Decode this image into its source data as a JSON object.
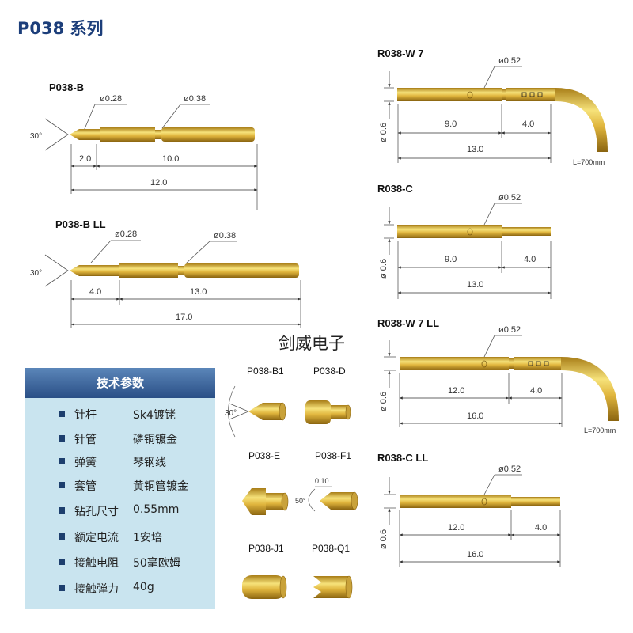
{
  "page_title": "P038 系列",
  "watermark": "剑威电子",
  "probes": {
    "p038b": {
      "label": "P038-B",
      "dia_tip": "ø0.28",
      "dia_body": "ø0.38",
      "angle": "30°",
      "dim_tip": "2.0",
      "dim_body": "10.0",
      "dim_total": "12.0"
    },
    "p038bll": {
      "label": "P038-B LL",
      "dia_tip": "ø0.28",
      "dia_body": "ø0.38",
      "angle": "30°",
      "dim_tip": "4.0",
      "dim_body": "13.0",
      "dim_total": "17.0"
    },
    "r038w7": {
      "label": "R038-W 7",
      "dia_body": "ø0.52",
      "dia_side": "ø 0.6",
      "dim_a": "9.0",
      "dim_b": "4.0",
      "dim_total": "13.0",
      "wire_length": "L=700mm"
    },
    "r038c": {
      "label": "R038-C",
      "dia_body": "ø0.52",
      "dia_side": "ø 0.6",
      "dim_a": "9.0",
      "dim_b": "4.0",
      "dim_total": "13.0"
    },
    "r038w7ll": {
      "label": "R038-W 7 LL",
      "dia_body": "ø0.52",
      "dia_side": "ø 0.6",
      "dim_a": "12.0",
      "dim_b": "4.0",
      "dim_total": "16.0",
      "wire_length": "L=700mm"
    },
    "r038cll": {
      "label": "R038-C LL",
      "dia_body": "ø0.52",
      "dia_side": "ø 0.6",
      "dim_a": "12.0",
      "dim_b": "4.0",
      "dim_total": "16.0"
    }
  },
  "tips": {
    "b1": {
      "label": "P038-B1",
      "angle": "30°"
    },
    "d": {
      "label": "P038-D"
    },
    "e": {
      "label": "P038-E"
    },
    "f1": {
      "label": "P038-F1",
      "dim": "0.10",
      "angle": "50°"
    },
    "j1": {
      "label": "P038-J1"
    },
    "q1": {
      "label": "P038-Q1"
    }
  },
  "params": {
    "header": "技术参数",
    "rows": [
      {
        "key": "针杆",
        "value": "Sk4镀铑"
      },
      {
        "key": "针管",
        "value": "磷铜镀金"
      },
      {
        "key": "弹簧",
        "value": "琴钢线"
      },
      {
        "key": "套管",
        "value": "黄铜管镀金"
      },
      {
        "key": "钻孔尺寸",
        "value": "0.55mm"
      },
      {
        "key": "额定电流",
        "value": "1安培"
      },
      {
        "key": "接触电阻",
        "value": "50毫欧姆"
      },
      {
        "key": "接触弹力",
        "value": "40g"
      }
    ]
  },
  "colors": {
    "gold_light": "#f6e27a",
    "gold_mid": "#e0b53d",
    "gold_dark": "#a87d17",
    "table_bg": "#c9e4ef",
    "table_header": "#2a4f86",
    "title": "#1c3e7a"
  }
}
